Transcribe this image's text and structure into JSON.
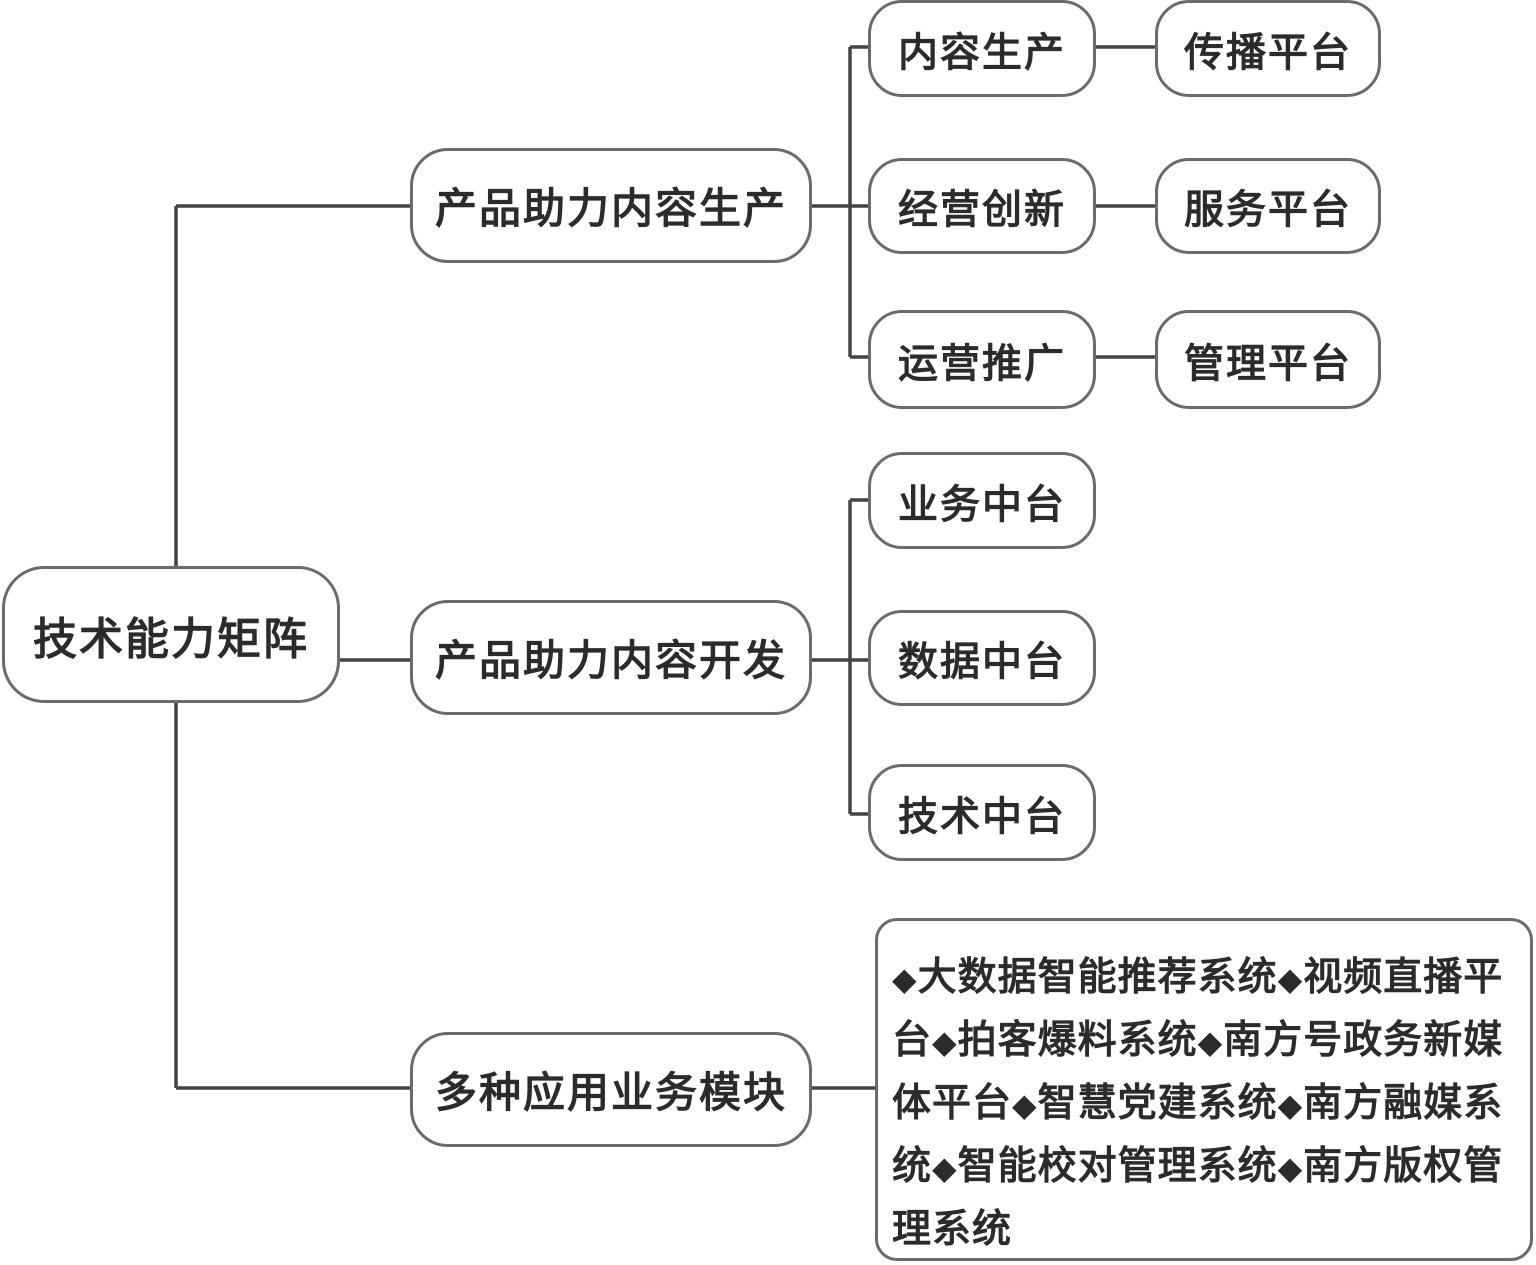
{
  "root": {
    "label": "技术能力矩阵"
  },
  "branches": [
    {
      "label": "产品助力内容生产",
      "children": [
        {
          "label": "内容生产",
          "child": "传播平台"
        },
        {
          "label": "经营创新",
          "child": "服务平台"
        },
        {
          "label": "运营推广",
          "child": "管理平台"
        }
      ]
    },
    {
      "label": "产品助力内容开发",
      "children": [
        {
          "label": "业务中台"
        },
        {
          "label": "数据中台"
        },
        {
          "label": "技术中台"
        }
      ]
    },
    {
      "label": "多种应用业务模块",
      "bullet_symbol": "◆",
      "modules": [
        "大数据智能推荐系统",
        "视频直播平台",
        "拍客爆料系统",
        "南方号政务新媒体平台",
        "智慧党建系统",
        "南方融媒系统",
        "智能校对管理系统",
        "南方版权管理系统"
      ]
    }
  ],
  "colors": {
    "line": "#444444",
    "border": "#6b6b6b",
    "text": "#2b2b2b",
    "background": "#ffffff"
  }
}
